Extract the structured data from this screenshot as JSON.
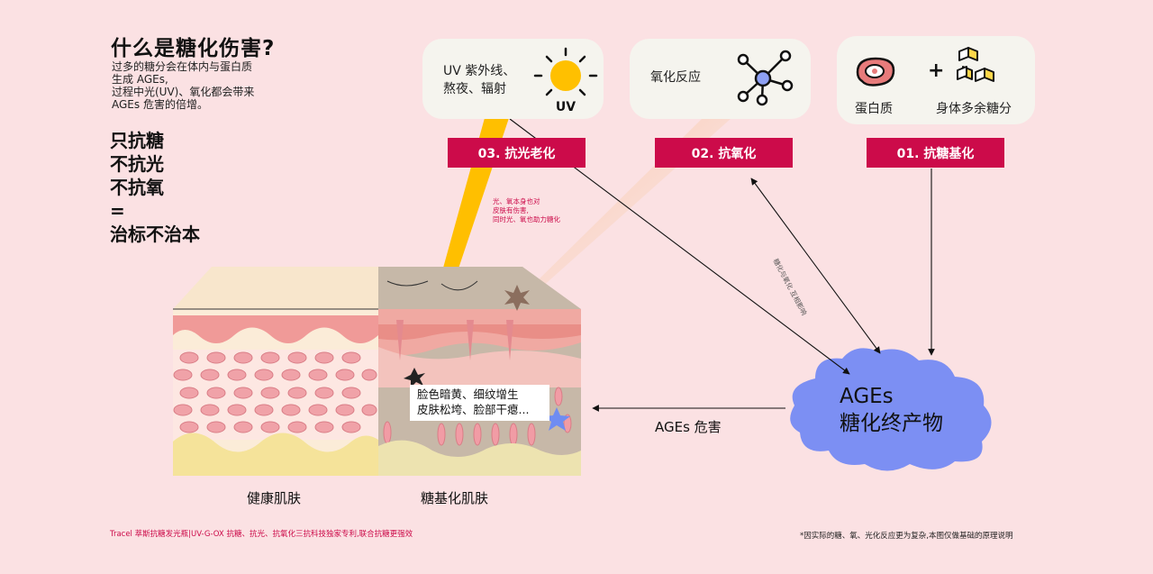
{
  "header": {
    "title": "什么是糖化伤害?",
    "desc_lines": [
      "过多的糖分会在体内与蛋白质",
      "生成 AGEs,",
      "过程中光(UV)、氧化都会带来",
      "AGEs 危害的倍增。"
    ],
    "slogan_lines": [
      "只抗糖",
      "不抗光",
      "不抗氧",
      "=",
      "治标不治本"
    ]
  },
  "cards": {
    "uv": {
      "line1": "UV 紫外线、",
      "line2": "熬夜、辐射",
      "icon_text": "UV"
    },
    "oxidation": {
      "text": "氧化反应"
    },
    "protein": {
      "protein_label": "蛋白质",
      "plus": "+",
      "sugar_label": "身体多余糖分"
    }
  },
  "labels": {
    "anti_light": "03. 抗光老化",
    "anti_oxidation": "02. 抗氧化",
    "anti_glycation": "01. 抗糖基化"
  },
  "notes": {
    "red_note": [
      "光、氧本身也对",
      "皮肤有伤害,",
      "同时光、氧也助力糖化"
    ],
    "mutual": "糖化与氧化 互相影响"
  },
  "skin": {
    "symptom_lines": [
      "脸色暗黄、细纹增生",
      "皮肤松垮、脸部干瘪..."
    ],
    "healthy_label": "健康肌肤",
    "glycation_label": "糖基化肌肤"
  },
  "ages": {
    "line1": "AGEs",
    "line2": "糖化终产物",
    "harm_label": "AGEs 危害"
  },
  "footer": {
    "left": "Tracel 萃斯抗糖发光瓶|UV-G-OX 抗糖、抗光、抗氧化三抗科技独家专利,联合抗糖更强效",
    "right": "*因实际的糖、氧、光化反应更为复杂,本图仅做基础的原理说明"
  },
  "colors": {
    "accent": "#cc0b4a",
    "background": "#fbe1e3",
    "cloud": "#7c8ff3",
    "sun": "#ffc000"
  }
}
